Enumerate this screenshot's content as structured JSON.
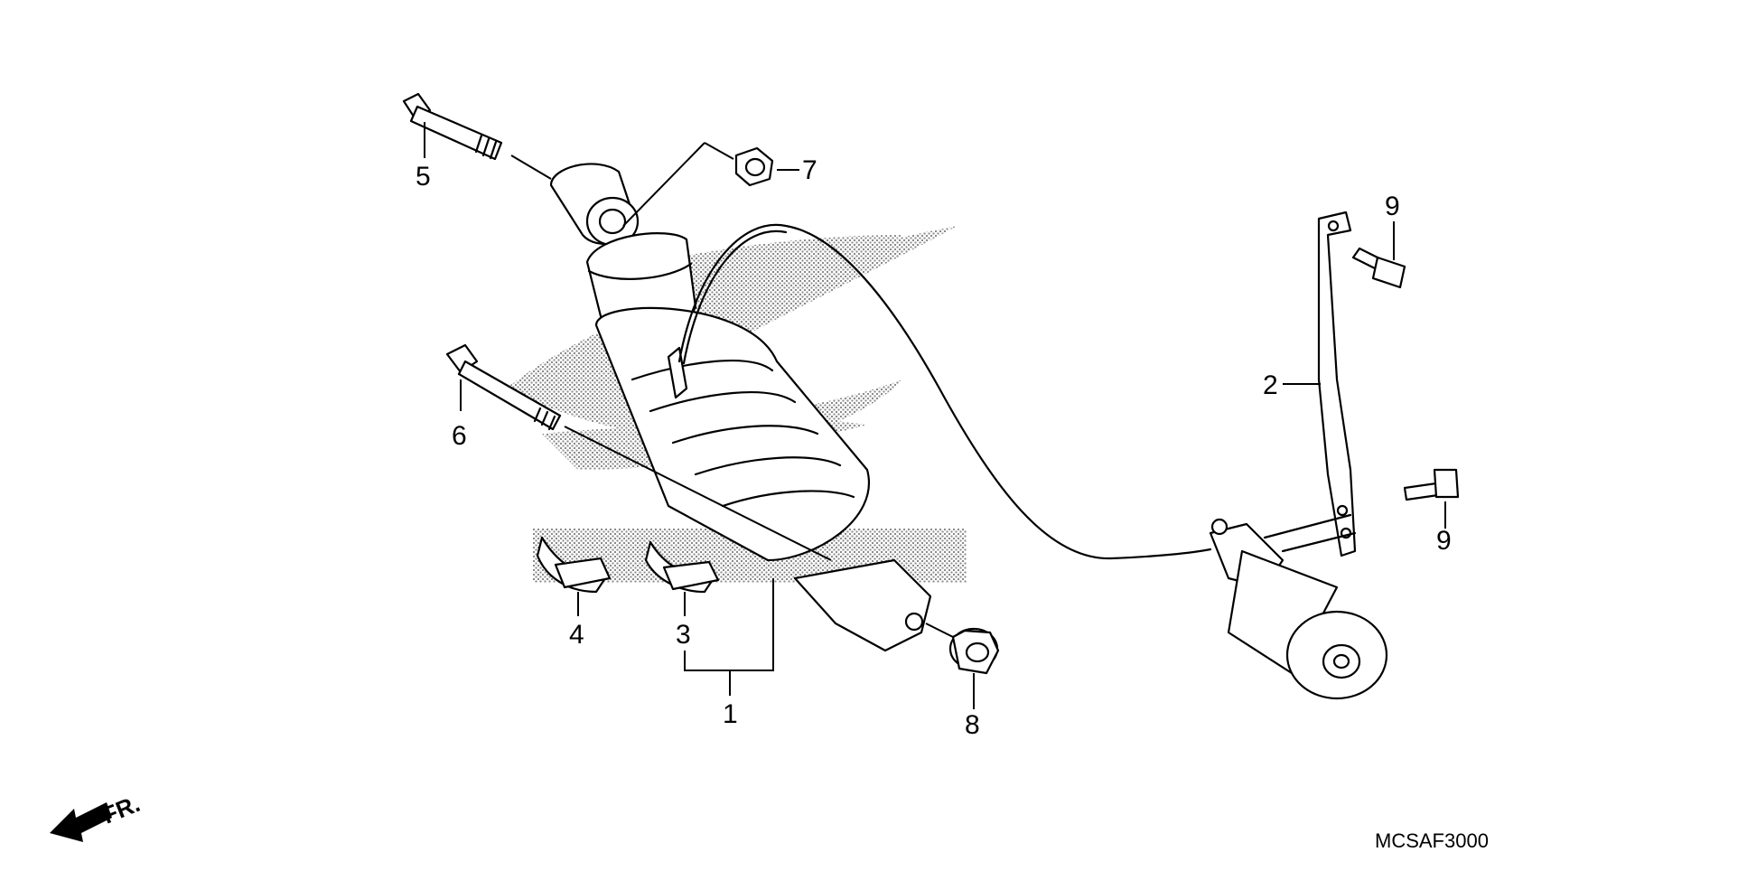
{
  "diagram": {
    "code": "MCSAF3000",
    "direction_label": "FR.",
    "callouts": {
      "c1": "1",
      "c2": "2",
      "c3": "3",
      "c4": "4",
      "c5": "5",
      "c6": "6",
      "c7": "7",
      "c8": "8",
      "c9a": "9",
      "c9b": "9"
    }
  }
}
